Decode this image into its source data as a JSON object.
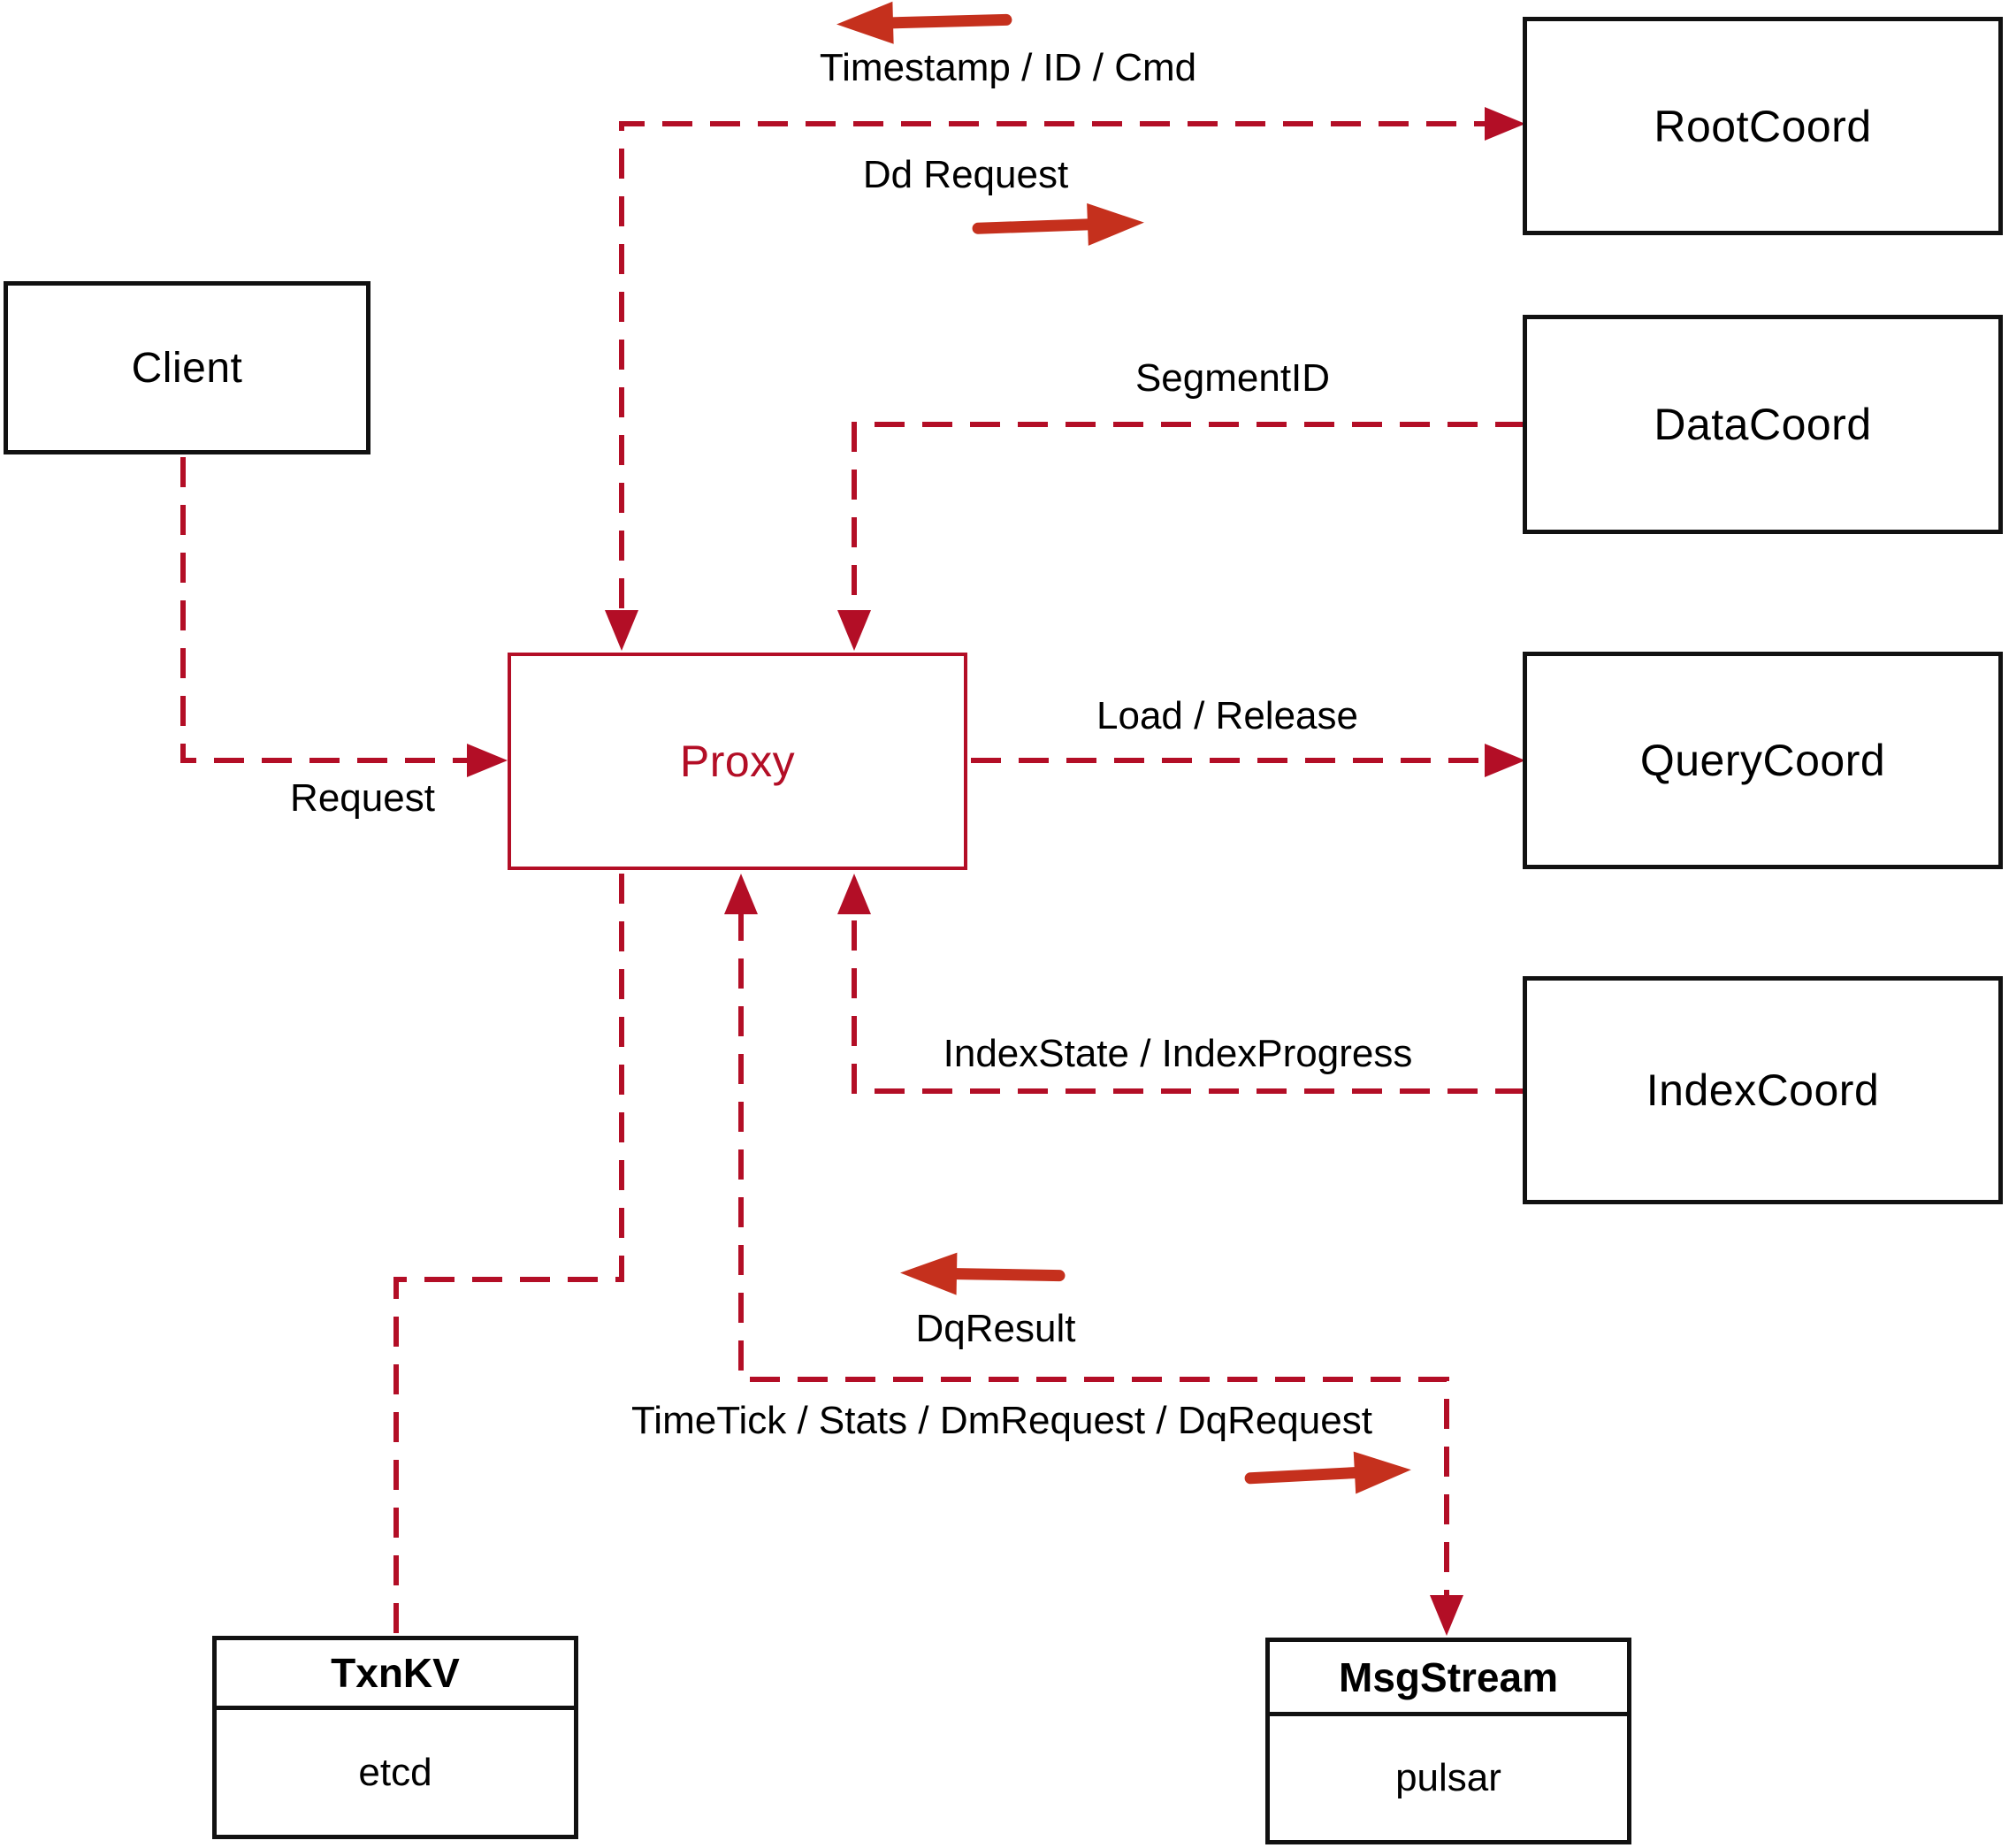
{
  "colors": {
    "connector_dashed": "#b30e26",
    "solid_arrow": "#c5301d",
    "node_border": "#111111",
    "text": "#000000",
    "background": "#ffffff"
  },
  "nodes": {
    "client": {
      "label": "Client"
    },
    "proxy": {
      "label": "Proxy"
    },
    "root_coord": {
      "label": "RootCoord"
    },
    "data_coord": {
      "label": "DataCoord"
    },
    "query_coord": {
      "label": "QueryCoord"
    },
    "index_coord": {
      "label": "IndexCoord"
    },
    "txn_kv": {
      "title": "TxnKV",
      "implementation": "etcd"
    },
    "msg_stream": {
      "title": "MsgStream",
      "implementation": "pulsar"
    }
  },
  "edge_labels": {
    "timestamp_id_cmd": "Timestamp / ID / Cmd",
    "dd_request": "Dd Request",
    "segment_id": "SegmentID",
    "request": "Request",
    "load_release": "Load / Release",
    "index_state_progress": "IndexState / IndexProgress",
    "dq_result": "DqResult",
    "time_tick_stats": "TimeTick / Stats / DmRequest / DqRequest"
  }
}
